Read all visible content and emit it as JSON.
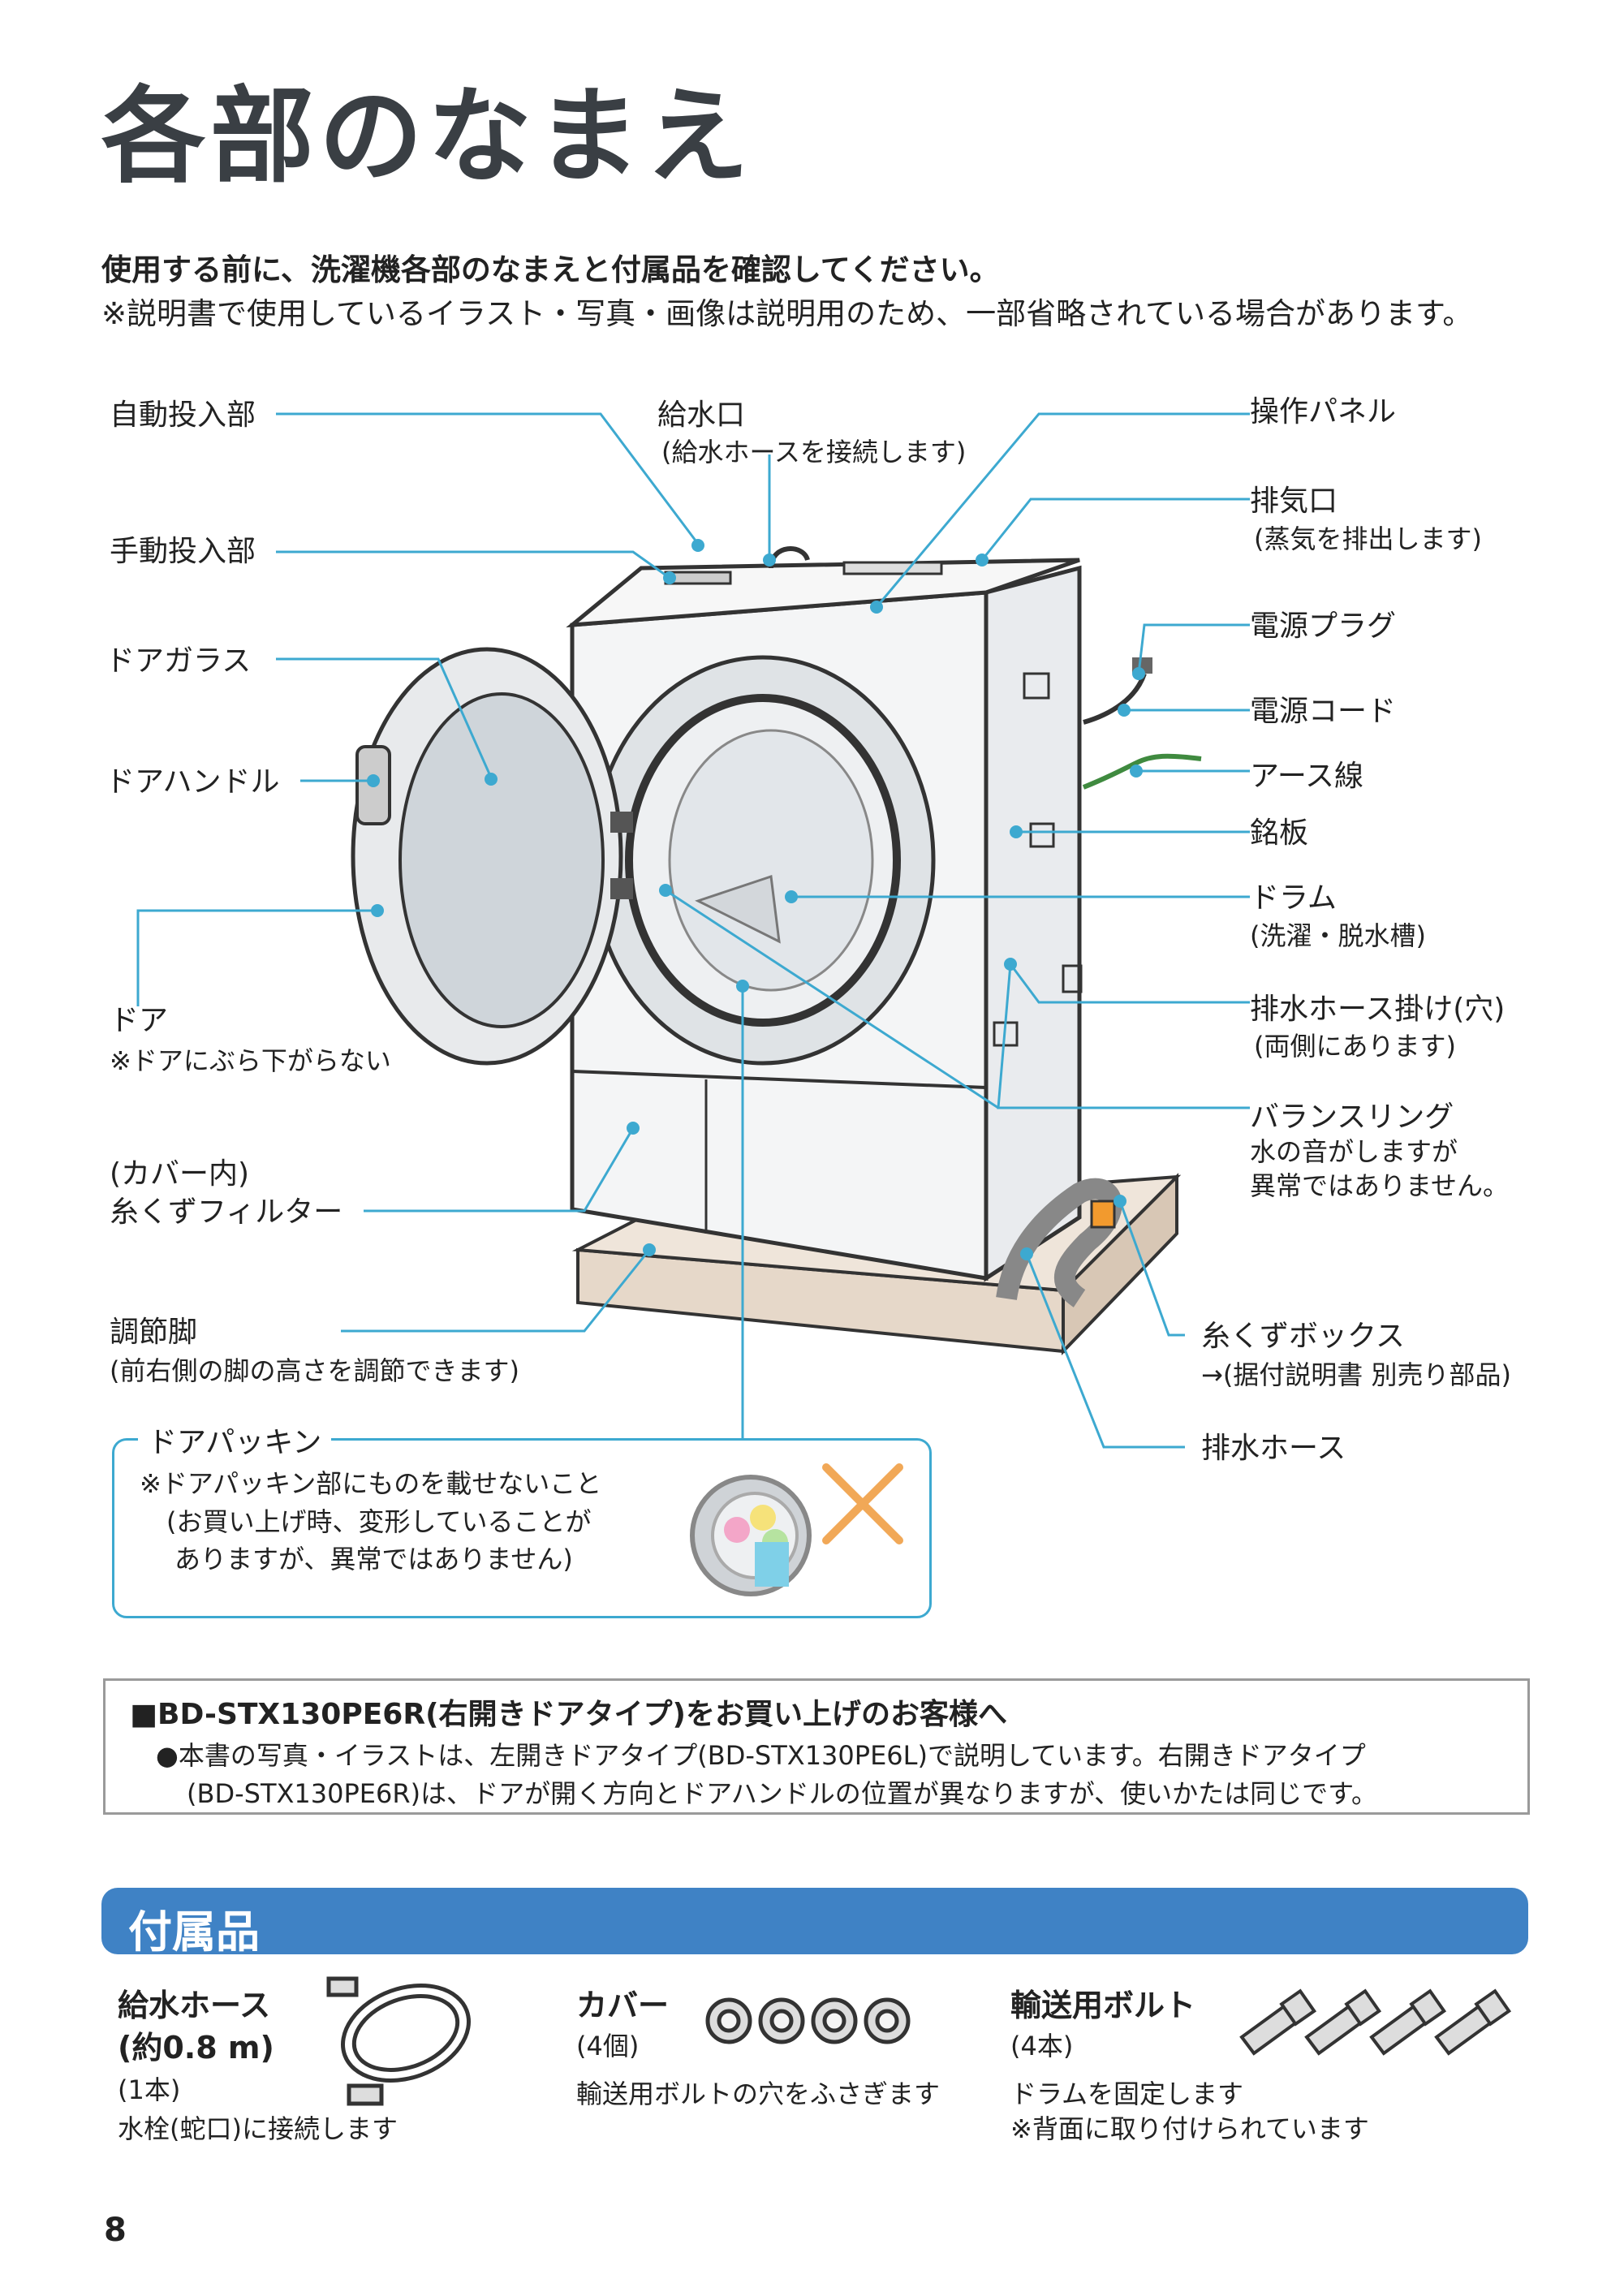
{
  "header": {
    "title": "各部のなまえ",
    "intro_bold": "使用する前に、洗濯機各部のなまえと付属品を確認してください。",
    "intro_note": "※説明書で使用しているイラスト・写真・画像は説明用のため、一部省略されている場合があります。"
  },
  "labels": {
    "auto_dispenser": "自動投入部",
    "water_inlet": "給水口",
    "water_inlet_note": "(給水ホースを接続します)",
    "control_panel": "操作パネル",
    "exhaust": "排気口",
    "exhaust_note": "(蒸気を排出します)",
    "manual_dispenser": "手動投入部",
    "door_glass": "ドアガラス",
    "power_plug": "電源プラグ",
    "power_cord": "電源コード",
    "earth_wire": "アース線",
    "door_handle": "ドアハンドル",
    "nameplate": "銘板",
    "drum": "ドラム",
    "drum_note": "(洗濯・脱水槽)",
    "door": "ドア",
    "door_note": "※ドアにぶら下がらない",
    "hose_hook": "排水ホース掛け(穴)",
    "hose_hook_note": "(両側にあります)",
    "balance_ring": "バランスリング",
    "balance_note1": "水の音がしますが",
    "balance_note2": "異常ではありません。",
    "filter_cover": "(カバー内)",
    "lint_filter": "糸くずフィルター",
    "adjust_foot": "調節脚",
    "adjust_foot_note": "(前右側の脚の高さを調節できます)",
    "lint_box": "糸くずボックス",
    "lint_box_note": "→(据付説明書 別売り部品)",
    "drain_hose": "排水ホース"
  },
  "packing": {
    "title": "ドアパッキン",
    "line1": "※ドアパッキン部にものを載せないこと",
    "line2": "(お買い上げ時、変形していることが",
    "line3": "ありますが、異常ではありません)"
  },
  "notice": {
    "title": "■BD-STX130PE6R(右開きドアタイプ)をお買い上げのお客様へ",
    "line1": "●本書の写真・イラストは、左開きドアタイプ(BD-STX130PE6L)で説明しています。右開きドアタイプ",
    "line2": "(BD-STX130PE6R)は、ドアが開く方向とドアハンドルの位置が異なりますが、使いかたは同じです。"
  },
  "accessories": {
    "title": "付属品",
    "hose": {
      "name1": "給水ホース",
      "name2": "(約0.8 m)",
      "qty": "(1本)",
      "desc": "水栓(蛇口)に接続します"
    },
    "cover": {
      "name": "カバー",
      "qty": "(4個)",
      "desc": "輸送用ボルトの穴をふさぎます"
    },
    "bolt": {
      "name": "輸送用ボルト",
      "qty": "(4本)",
      "desc1": "ドラムを固定します",
      "desc2": "※背面に取り付けられています"
    }
  },
  "page_number": "8",
  "colors": {
    "leader": "#3da9d0",
    "accent": "#3f82c5",
    "cross": "#f1a857"
  }
}
